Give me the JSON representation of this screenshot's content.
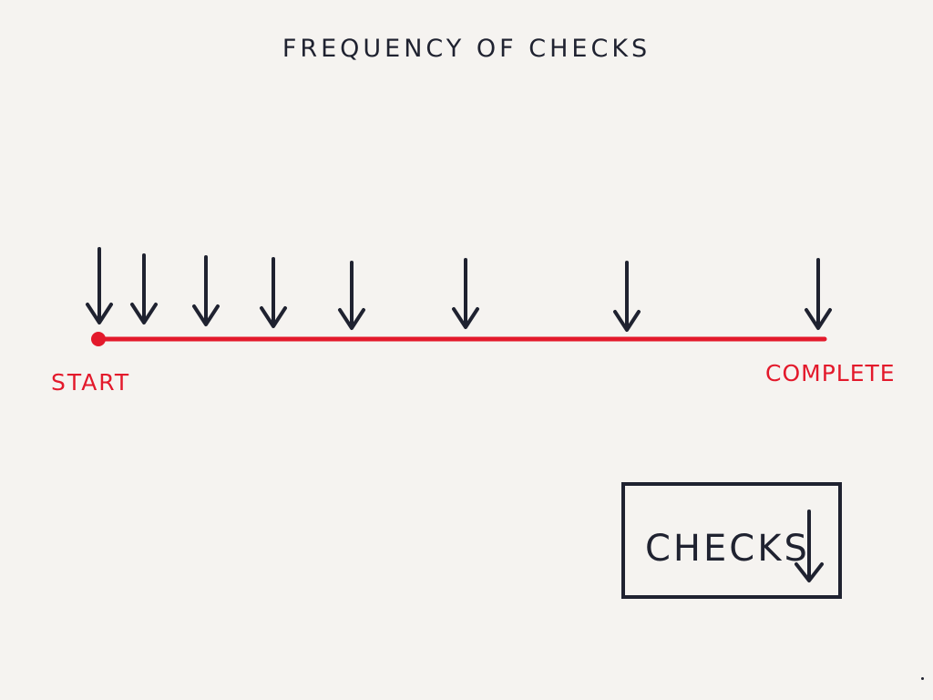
{
  "title": "FREQUENCY OF CHECKS",
  "timeline": {
    "start_label": "START",
    "end_label": "COMPLETE",
    "line_color": "#e3192b"
  },
  "checks": {
    "count": 8,
    "arrow_icon": "down-arrow-icon",
    "arrow_color": "#1f2230"
  },
  "legend": {
    "label": "CHECKS",
    "icon": "down-arrow-icon"
  }
}
